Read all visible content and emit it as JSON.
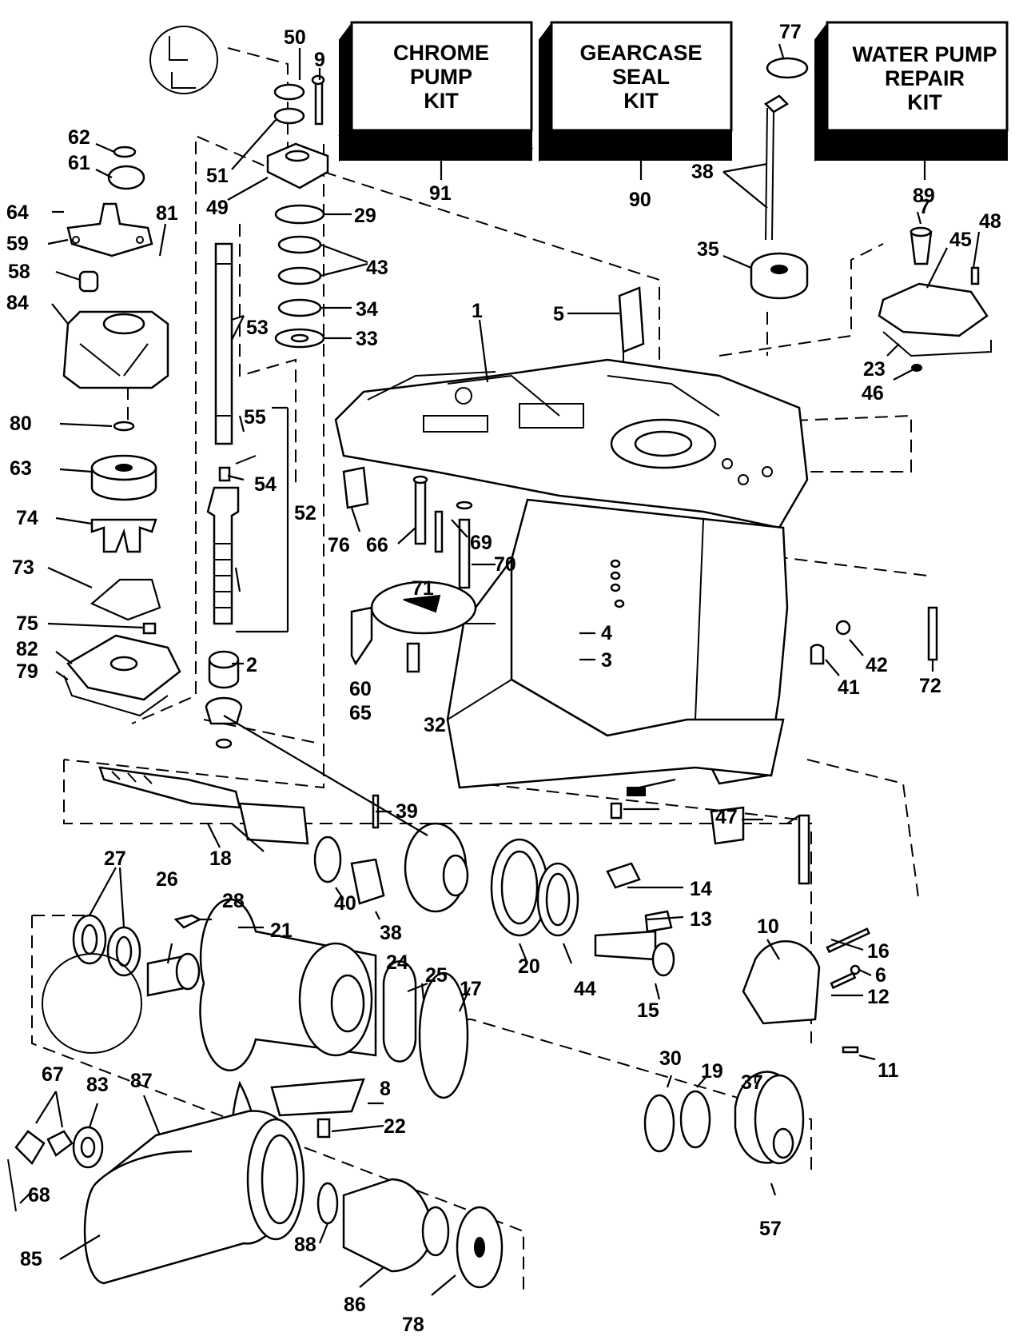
{
  "kits": [
    {
      "id": "kit-91",
      "lines": [
        "CHROME",
        "PUMP",
        "KIT"
      ],
      "number": "91"
    },
    {
      "id": "kit-90",
      "lines": [
        "GEARCASE",
        "SEAL",
        "KIT"
      ],
      "number": "90"
    },
    {
      "id": "kit-89",
      "lines": [
        "WATER PUMP",
        "REPAIR",
        "KIT"
      ],
      "number": "89"
    }
  ],
  "part_labels": [
    "50",
    "9",
    "77",
    "62",
    "61",
    "64",
    "59",
    "81",
    "58",
    "84",
    "51",
    "49",
    "29",
    "43",
    "34",
    "33",
    "53",
    "38",
    "35",
    "7",
    "48",
    "45",
    "5",
    "1",
    "23",
    "46",
    "80",
    "55",
    "54",
    "63",
    "74",
    "52",
    "76",
    "66",
    "69",
    "70",
    "73",
    "71",
    "4",
    "3",
    "42",
    "41",
    "72",
    "75",
    "82",
    "79",
    "2",
    "60",
    "65",
    "32",
    "39",
    "47",
    "18",
    "27",
    "26",
    "28",
    "21",
    "40",
    "38",
    "14",
    "13",
    "10",
    "16",
    "24",
    "25",
    "17",
    "20",
    "44",
    "15",
    "6",
    "12",
    "8",
    "22",
    "11",
    "30",
    "19",
    "37",
    "67",
    "83",
    "87",
    "68",
    "57",
    "85",
    "88",
    "86",
    "78"
  ],
  "colors": {
    "ink": "#000000",
    "paper": "#ffffff"
  }
}
